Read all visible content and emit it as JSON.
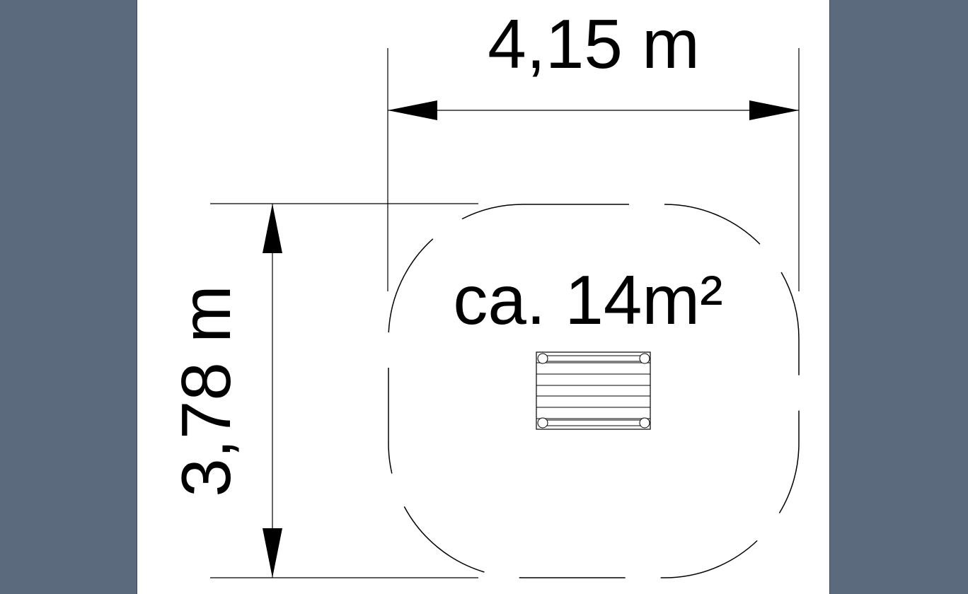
{
  "viewer": {
    "background_color": "#5b6a7d",
    "sheet_color": "#ffffff"
  },
  "plan": {
    "width_label": "4,15 m",
    "height_label": "3,78 m",
    "area_label": "ca. 14m²",
    "line_color": "#000000",
    "equipment": "seesaw-platform-icon"
  }
}
